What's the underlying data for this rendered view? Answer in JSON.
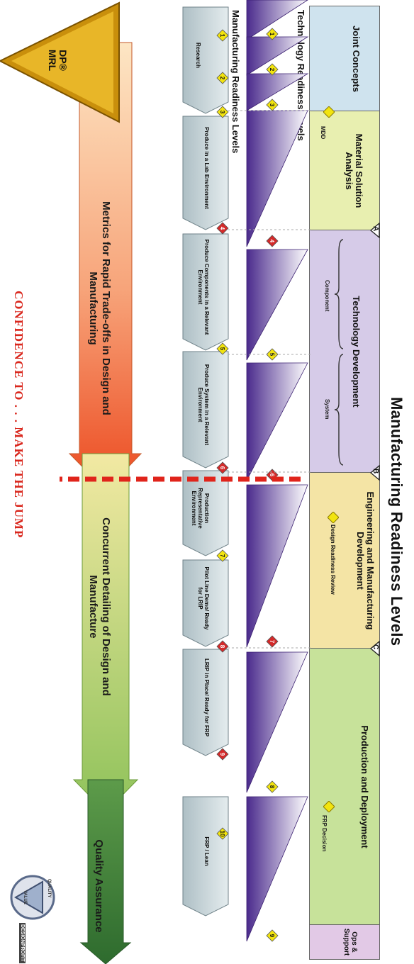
{
  "title": "Manufacturing Readiness Levels",
  "phases": [
    {
      "label": "Joint Concepts",
      "color": "#cfe3ee"
    },
    {
      "label": "Material Solution Analysis",
      "color": "#e8efb0"
    },
    {
      "label": "Technology Development",
      "color": "#d6cbe8"
    },
    {
      "label": "Engineering and Manufacturing Development",
      "color": "#f4e4a5"
    },
    {
      "label": "Production and Deployment",
      "color": "#c7e29a"
    },
    {
      "label": "Ops & Support",
      "color": "#e2c9e6"
    }
  ],
  "milestones": [
    "A",
    "B",
    "C"
  ],
  "decision_points": {
    "mdd": "MDD",
    "design_review": "Design Readiness Review",
    "frp_decision": "FRP Decision"
  },
  "braces": {
    "component": "Component",
    "system": "System"
  },
  "row_labels": {
    "trl": "Technology Readiness Levels",
    "mrl": "Manufacturing Readiness Levels"
  },
  "trl_numbers": [
    "1",
    "2",
    "3",
    "4",
    "5",
    "6",
    "7",
    "8",
    "9"
  ],
  "mrl_numbers": [
    "1",
    "2",
    "3",
    "4",
    "5",
    "6",
    "7",
    "8",
    "9",
    "10"
  ],
  "mrl_stages": [
    "Research",
    "Produce in a Lab Environment",
    "Produce Components in a Relevant Environment",
    "Produce System in a Relevant Environment",
    "Production Representative Environment",
    "Pilot Line Demo/ Ready for LRIP",
    "LRIP in Place/ Ready for FRP",
    "FRP / Lean"
  ],
  "big_arrows": {
    "metrics": "Metrics for Rapid Trade-offs in Design and Manufacturing",
    "concurrent": "Concurrent Detailing of Design and Manufacture",
    "quality": "Quality Assurance"
  },
  "tagline": "CONFIDENCE TO . . . MAKE THE JUMP",
  "badge": {
    "line1": "DP®",
    "line2": "MRL"
  },
  "logo": {
    "quality": "QUALITY",
    "value": "VALUE",
    "company": "DESIGNPROFIT"
  },
  "colors": {
    "diamond_yellow": "#f2e40f",
    "diamond_red": "#d42a2a",
    "trl_purple": "#4a2a8c",
    "mrl_arrow": "#aebfc5",
    "dashed_red": "#e0241b"
  }
}
